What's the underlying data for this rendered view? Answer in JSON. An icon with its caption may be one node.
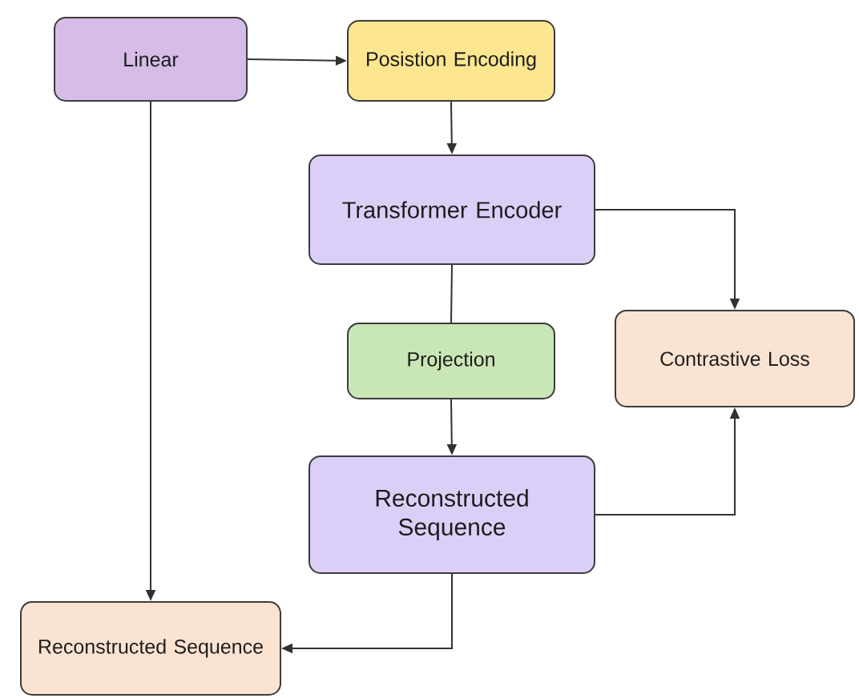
{
  "diagram": {
    "nodes": [
      {
        "text": [
          "Linear"
        ]
      },
      {
        "text": [
          "Posistion Encoding"
        ]
      },
      {
        "text": [
          "Transformer Encoder"
        ]
      },
      {
        "text": [
          "Projection"
        ]
      },
      {
        "text": [
          "Contrastive Loss"
        ]
      },
      {
        "text": [
          "Reconstructed Sequence"
        ]
      },
      {
        "text": [
          "Reconstructed Sequence"
        ]
      }
    ],
    "edges": [
      {
        "from": 0,
        "to": 1,
        "arrow": "to"
      },
      {
        "from": 1,
        "to": 2,
        "arrow": "to"
      },
      {
        "from": 2,
        "to": 4,
        "arrow": "to"
      },
      {
        "from": 2,
        "to": 3,
        "arrow": "none"
      },
      {
        "from": 3,
        "to": 5,
        "arrow": "to"
      },
      {
        "from": 5,
        "to": 4,
        "arrow": "to"
      },
      {
        "from": 0,
        "to": 6,
        "arrow": "to"
      },
      {
        "from": 5,
        "to": 6,
        "arrow": "to"
      }
    ]
  }
}
